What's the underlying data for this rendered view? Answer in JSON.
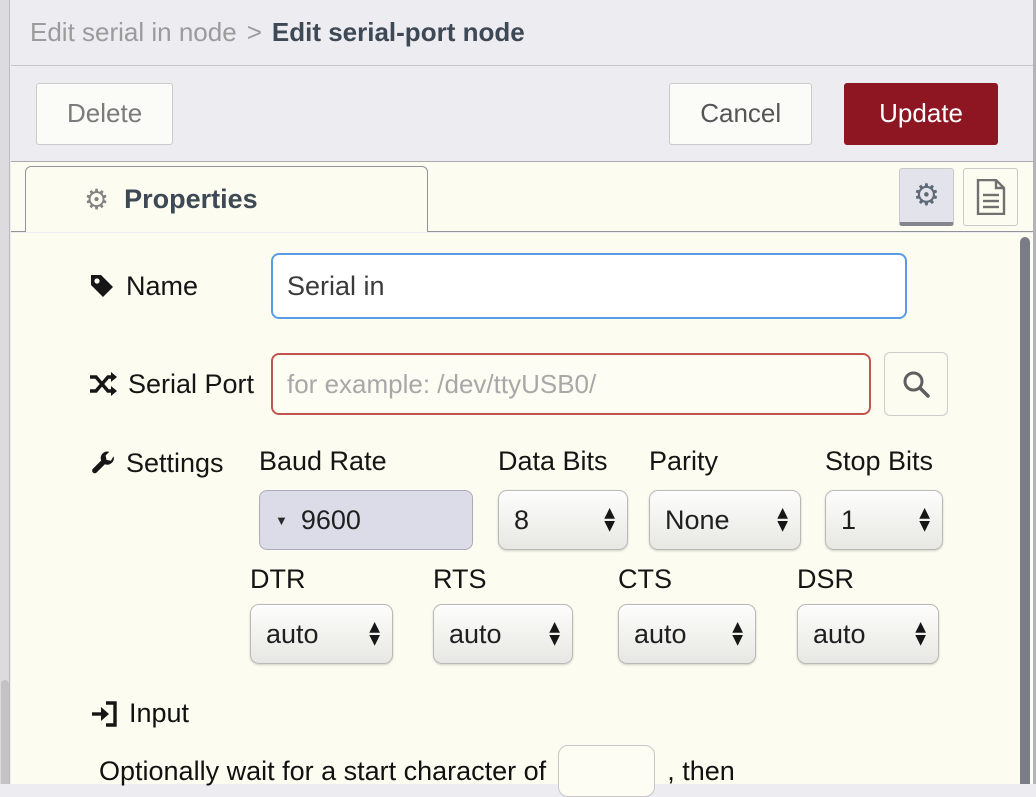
{
  "breadcrumb": {
    "parent": "Edit serial in node",
    "separator": ">",
    "current": "Edit serial-port node"
  },
  "toolbar": {
    "delete_label": "Delete",
    "cancel_label": "Cancel",
    "update_label": "Update"
  },
  "tabs": {
    "properties_label": "Properties"
  },
  "form": {
    "name": {
      "label": "Name",
      "value": "Serial in"
    },
    "serial_port": {
      "label": "Serial Port",
      "placeholder": "for example: /dev/ttyUSB0/"
    },
    "settings": {
      "label": "Settings",
      "baud_rate": {
        "label": "Baud Rate",
        "value": "9600"
      },
      "data_bits": {
        "label": "Data Bits",
        "value": "8"
      },
      "parity": {
        "label": "Parity",
        "value": "None"
      },
      "stop_bits": {
        "label": "Stop Bits",
        "value": "1"
      },
      "dtr": {
        "label": "DTR",
        "value": "auto"
      },
      "rts": {
        "label": "RTS",
        "value": "auto"
      },
      "cts": {
        "label": "CTS",
        "value": "auto"
      },
      "dsr": {
        "label": "DSR",
        "value": "auto"
      }
    },
    "input_section": {
      "label": "Input",
      "wait_text_before": "Optionally wait for a start character of",
      "wait_text_after": ", then"
    }
  },
  "glyphs": {
    "gear": "⚙",
    "arrow_up": "▲",
    "arrow_down": "▼",
    "combo_caret": "▼"
  },
  "colors": {
    "primary_button": "#8e1622",
    "focus_border": "#5a9ce4",
    "error_border": "#bf564e",
    "heading_text": "#3e4956"
  }
}
